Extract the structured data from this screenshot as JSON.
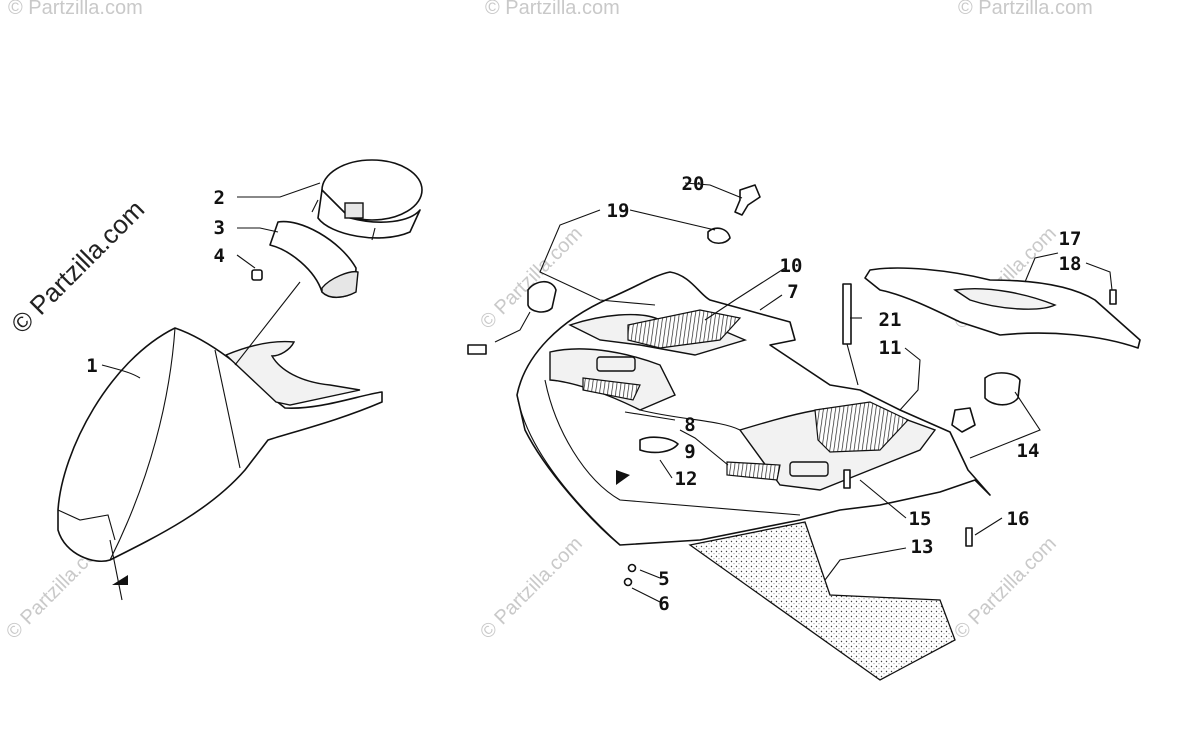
{
  "watermark": {
    "text": "© Partzilla.com",
    "primary_text": "© Partzilla.com",
    "color": "#c9c9c9"
  },
  "callouts": {
    "c1": "1",
    "c2": "2",
    "c3": "3",
    "c4": "4",
    "c5": "5",
    "c6": "6",
    "c7": "7",
    "c8": "8",
    "c9": "9",
    "c10": "10",
    "c11": "11",
    "c12": "12",
    "c13": "13",
    "c14": "14",
    "c15": "15",
    "c16": "16",
    "c17": "17",
    "c18": "18",
    "c19": "19",
    "c20": "20",
    "c21": "21"
  }
}
